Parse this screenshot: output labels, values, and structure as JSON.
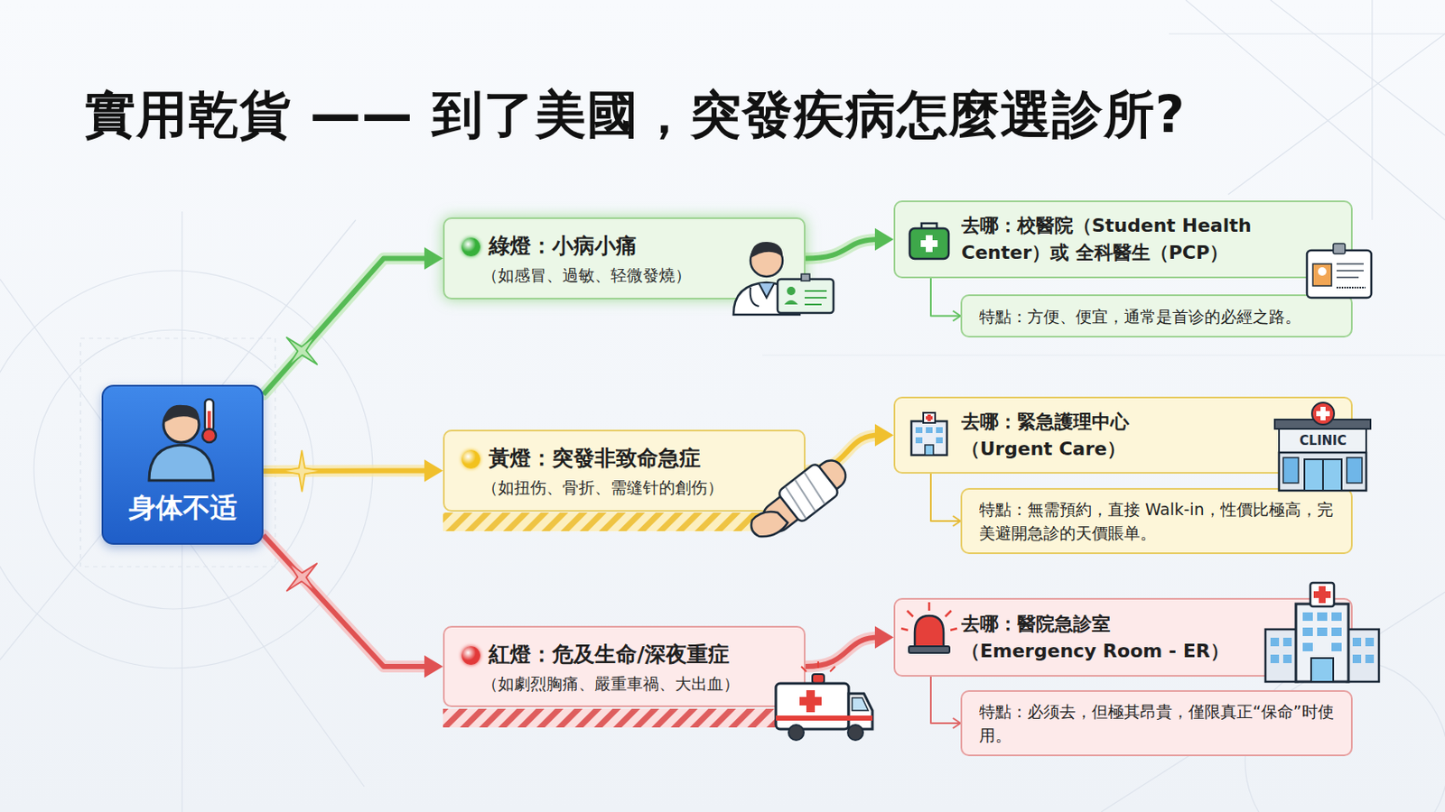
{
  "diagram": {
    "title": "實用乾貨 —— 到了美國，突發疾病怎麼選診所?",
    "nodes": [
      {
        "text": [
          "身体不适"
        ]
      },
      {
        "text": [
          "綠燈：小病小痛",
          "（如感冒、過敏、轻微發燒）"
        ]
      },
      {
        "text": [
          "去哪：校醫院（Student Health Center）或 全科醫生（PCP）"
        ]
      },
      {
        "text": [
          "特點：方便、便宜，通常是首诊的必經之路。"
        ]
      },
      {
        "text": [
          "黃燈：突發非致命急症",
          "（如扭伤、骨折、需缝针的創伤）"
        ]
      },
      {
        "text": [
          "去哪：緊急護理中心（Urgent Care）"
        ]
      },
      {
        "text": [
          "特點：無需預約，直接 Walk-in，性價比極高，完美避開急診的天價賬单。"
        ]
      },
      {
        "text": [
          "紅燈：危及生命/深夜重症",
          "（如劇烈胸痛、嚴重車禍、大出血）"
        ]
      },
      {
        "text": [
          "去哪：醫院急診室（Emergency Room - ER）"
        ]
      },
      {
        "text": [
          "特點：必须去，但極其昂貴，僅限真正“保命”时使用。"
        ]
      }
    ],
    "edges": [
      {
        "from": 0,
        "to": 1,
        "arrow": "to"
      },
      {
        "from": 1,
        "to": 2,
        "arrow": "to"
      },
      {
        "from": 2,
        "to": 3,
        "arrow": "to"
      },
      {
        "from": 0,
        "to": 4,
        "arrow": "to"
      },
      {
        "from": 4,
        "to": 5,
        "arrow": "to"
      },
      {
        "from": 5,
        "to": 6,
        "arrow": "to"
      },
      {
        "from": 0,
        "to": 7,
        "arrow": "to"
      },
      {
        "from": 7,
        "to": 8,
        "arrow": "to"
      },
      {
        "from": 8,
        "to": 9,
        "arrow": "to"
      }
    ],
    "labels": [
      "CLINIC"
    ]
  }
}
